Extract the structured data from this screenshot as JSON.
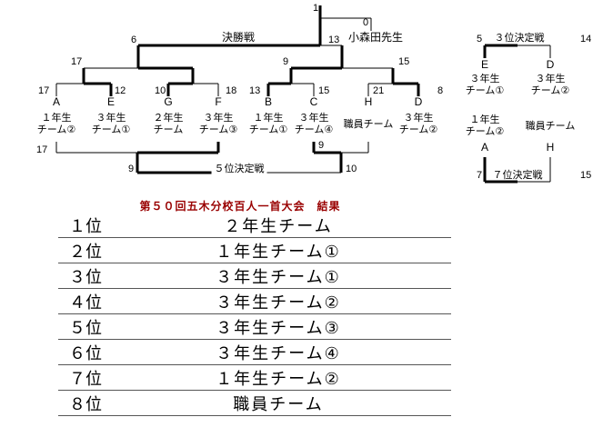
{
  "bracket": {
    "final_label": "決勝戦",
    "teacher_name": "小森田先生",
    "exhibition": {
      "left_score": "1",
      "right_score": "0"
    },
    "final": {
      "left_score": "6",
      "right_score": "13"
    },
    "semifinal": {
      "left_outer_score": "17",
      "right_inner_score": "9",
      "right_outer_score": "15"
    },
    "quarterfinals": [
      {
        "left_score": "17",
        "right_score": "12"
      },
      {
        "left_score": "10",
        "right_score": "18"
      },
      {
        "left_score": "13",
        "right_score": "15"
      },
      {
        "left_score": "21",
        "right_score": "8"
      }
    ],
    "teams": [
      {
        "letter": "A",
        "line1": "１年生",
        "line2": "チーム②"
      },
      {
        "letter": "E",
        "line1": "３年生",
        "line2": "チーム①"
      },
      {
        "letter": "G",
        "line1": "２年生",
        "line2": "チーム"
      },
      {
        "letter": "F",
        "line1": "３年生",
        "line2": "チーム③"
      },
      {
        "letter": "B",
        "line1": "１年生",
        "line2": "チーム①"
      },
      {
        "letter": "C",
        "line1": "３年生",
        "line2": "チーム④"
      },
      {
        "letter": "H",
        "line1": "職員チーム",
        "line2": ""
      },
      {
        "letter": "D",
        "line1": "３年生",
        "line2": "チーム②"
      }
    ],
    "consolation": {
      "left_score": "17",
      "right_score": "9",
      "fifth_label": "５位決定戦",
      "fifth_left_score": "9",
      "fifth_right_score": "10"
    }
  },
  "side": {
    "third": {
      "label": "３位決定戦",
      "left_score": "5",
      "right_score": "14",
      "left_letter": "E",
      "right_letter": "D",
      "left_team_line1": "３年生",
      "left_team_line2": "チーム①",
      "right_team_line1": "３年生",
      "right_team_line2": "チーム②"
    },
    "seventh": {
      "label": "７位決定戦",
      "left_score": "7",
      "right_score": "15",
      "left_letter": "A",
      "right_letter": "H",
      "left_team_line1": "１年生",
      "left_team_line2": "チーム②",
      "right_team_line1": "職員チーム"
    }
  },
  "results": {
    "title": "第５０回五木分校百人一首大会　結果",
    "title_color": "#990000",
    "rows": [
      {
        "rank": "１位",
        "team": "２年生チーム"
      },
      {
        "rank": "２位",
        "team": "１年生チーム①"
      },
      {
        "rank": "３位",
        "team": "３年生チーム①"
      },
      {
        "rank": "４位",
        "team": "３年生チーム②"
      },
      {
        "rank": "５位",
        "team": "３年生チーム③"
      },
      {
        "rank": "６位",
        "team": "３年生チーム④"
      },
      {
        "rank": "７位",
        "team": "１年生チーム②"
      },
      {
        "rank": "８位",
        "team": "職員チーム"
      }
    ]
  }
}
